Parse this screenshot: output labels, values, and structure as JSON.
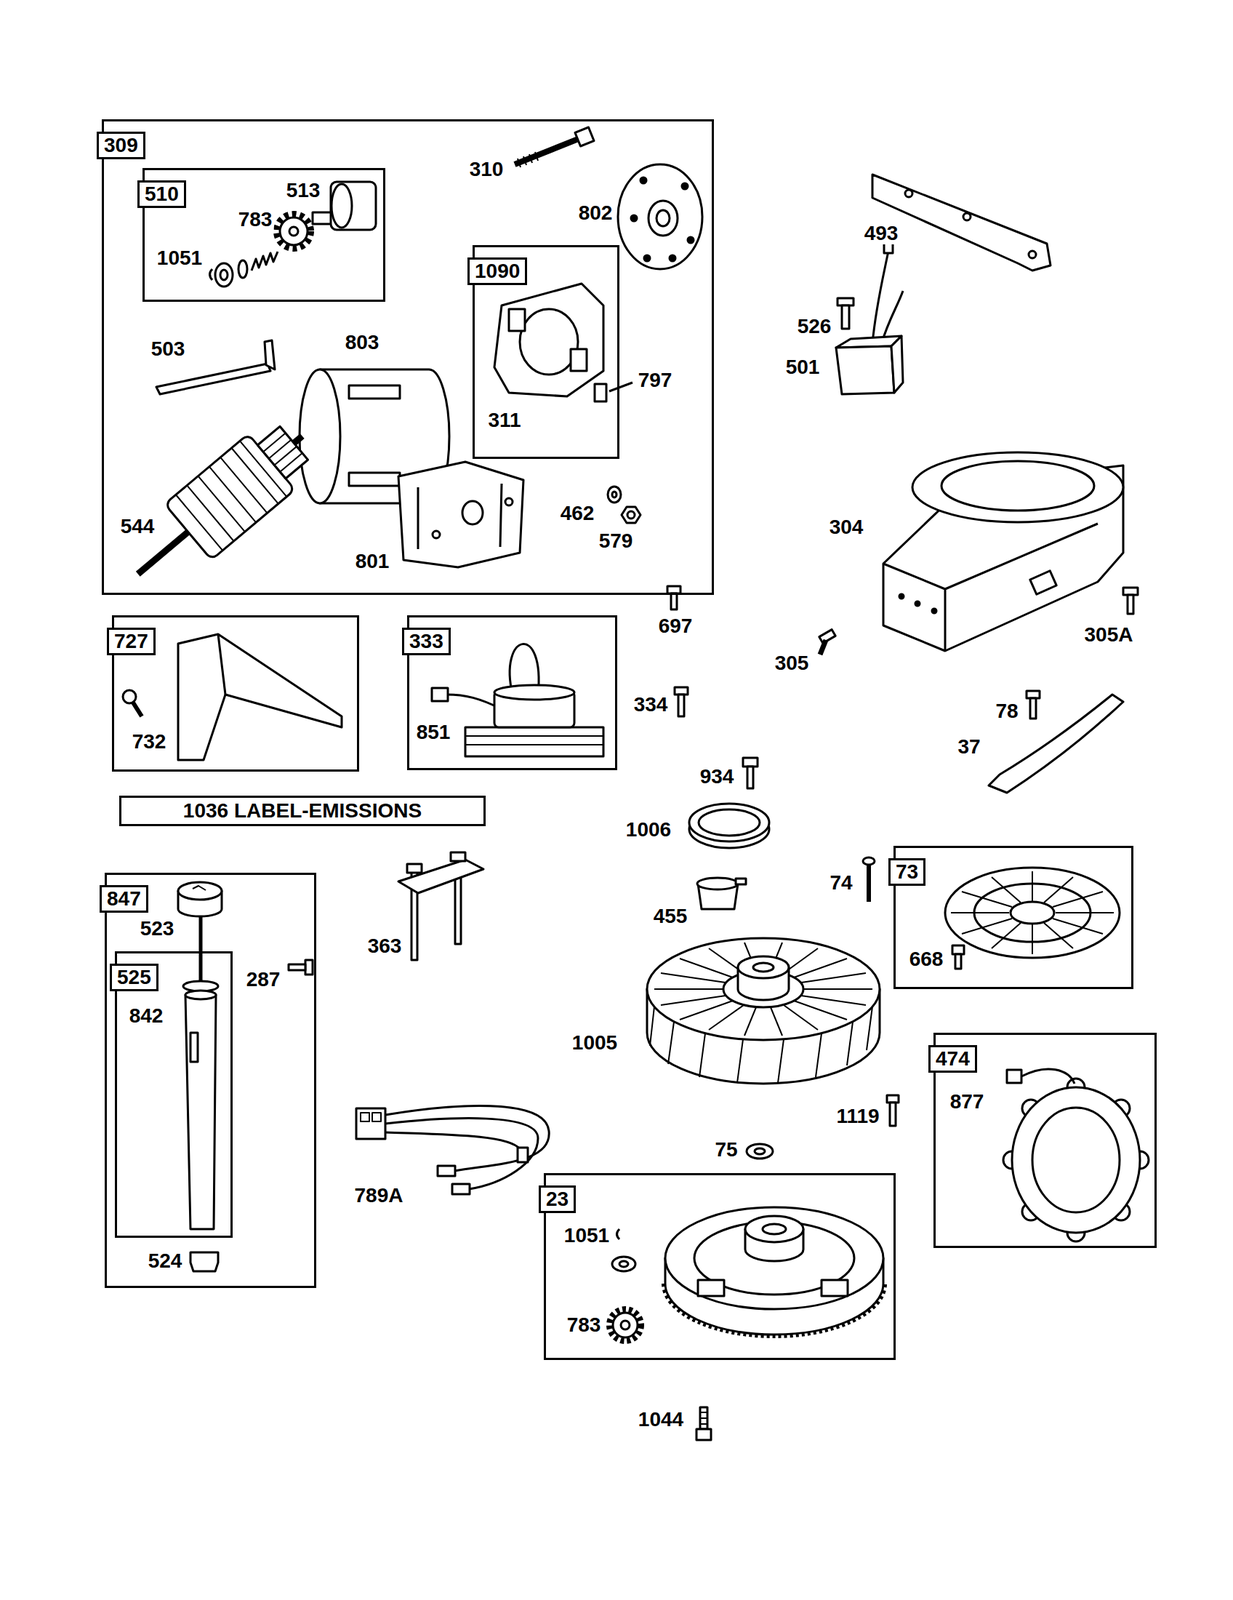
{
  "diagram": {
    "nodes": [
      {
        "text": [
          "309"
        ]
      },
      {
        "text": [
          "510"
        ],
        "in": 0
      },
      {
        "text": [
          "1090"
        ],
        "in": 0
      },
      {
        "text": [
          "727"
        ]
      },
      {
        "text": [
          "333"
        ]
      },
      {
        "text": [
          "1036 LABEL-EMISSIONS"
        ]
      },
      {
        "text": [
          "847"
        ]
      },
      {
        "text": [
          "525"
        ],
        "in": 6
      },
      {
        "text": [
          "73"
        ]
      },
      {
        "text": [
          "474"
        ]
      },
      {
        "text": [
          "23"
        ]
      }
    ],
    "labels": [
      "513",
      "783",
      "1051",
      "310",
      "802",
      "503",
      "803",
      "797",
      "311",
      "544",
      "801",
      "462",
      "579",
      "493",
      "526",
      "501",
      "304",
      "697",
      "305A",
      "305",
      "78",
      "37",
      "732",
      "851",
      "334",
      "934",
      "1006",
      "74",
      "668",
      "455",
      "363",
      "523",
      "842",
      "287",
      "1005",
      "1119",
      "877",
      "75",
      "789A",
      "1051",
      "783",
      "524",
      "1044"
    ]
  }
}
